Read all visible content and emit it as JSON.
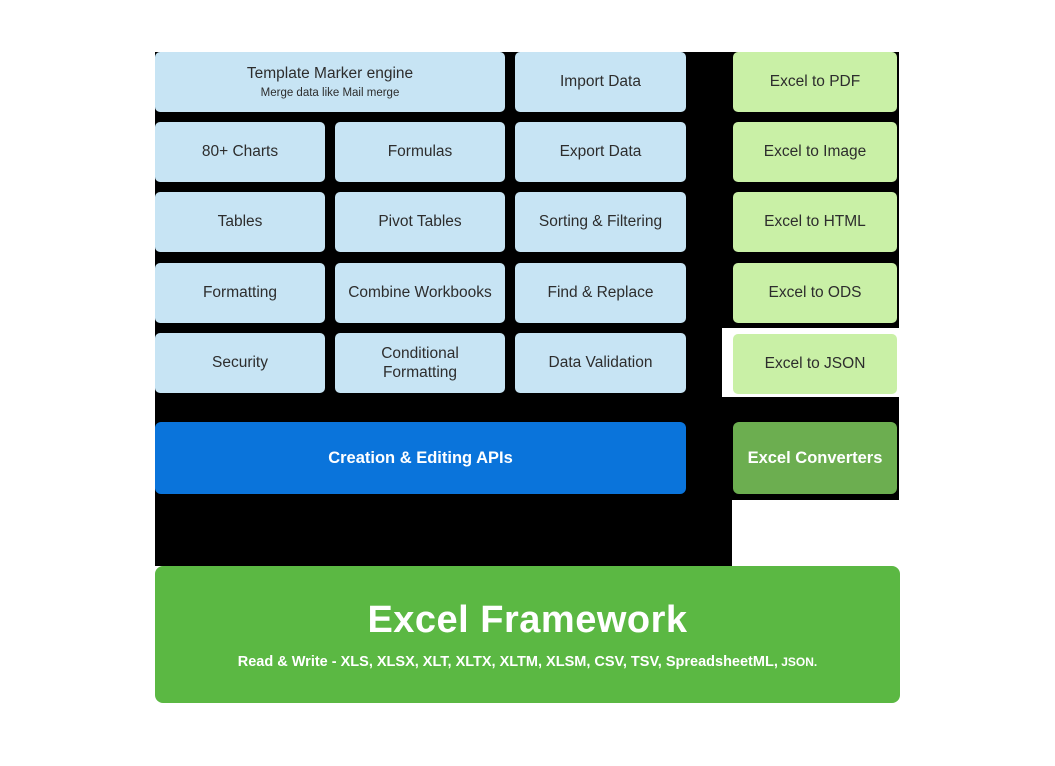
{
  "diagram": {
    "features": [
      {
        "label": "Template Marker engine",
        "sublabel": "Merge data like Mail merge"
      },
      {
        "label": "Import Data"
      },
      {
        "label": "80+ Charts"
      },
      {
        "label": "Formulas"
      },
      {
        "label": "Export Data"
      },
      {
        "label": "Tables"
      },
      {
        "label": "Pivot Tables"
      },
      {
        "label": "Sorting & Filtering"
      },
      {
        "label": "Formatting"
      },
      {
        "label": "Combine Workbooks"
      },
      {
        "label": "Find & Replace"
      },
      {
        "label": "Security"
      },
      {
        "label": "Conditional Formatting"
      },
      {
        "label": "Data Validation"
      }
    ],
    "apis_banner": {
      "label": "Creation & Editing APIs"
    },
    "converters": [
      {
        "label": "Excel to PDF"
      },
      {
        "label": "Excel to Image"
      },
      {
        "label": "Excel to HTML"
      },
      {
        "label": "Excel to ODS"
      },
      {
        "label": "Excel to JSON",
        "highlighted": true
      }
    ],
    "converters_banner": {
      "label": "Excel Converters"
    },
    "framework": {
      "title": "Excel Framework",
      "subtitle": "Read & Write - XLS, XLSX, XLT, XLTX, XLTM, XLSM, CSV, TSV, SpreadsheetML,",
      "subtitle_suffix": " JSON."
    },
    "colors": {
      "feature_box": "#C7E4F4",
      "converter_box": "#C9F0A6",
      "apis_banner": "#0A74DB",
      "converters_banner": "#6CAE50",
      "framework_box": "#5BB843",
      "diagram_background": "#000000",
      "text_dark": "#2d2d2d",
      "text_light": "#ffffff"
    }
  }
}
